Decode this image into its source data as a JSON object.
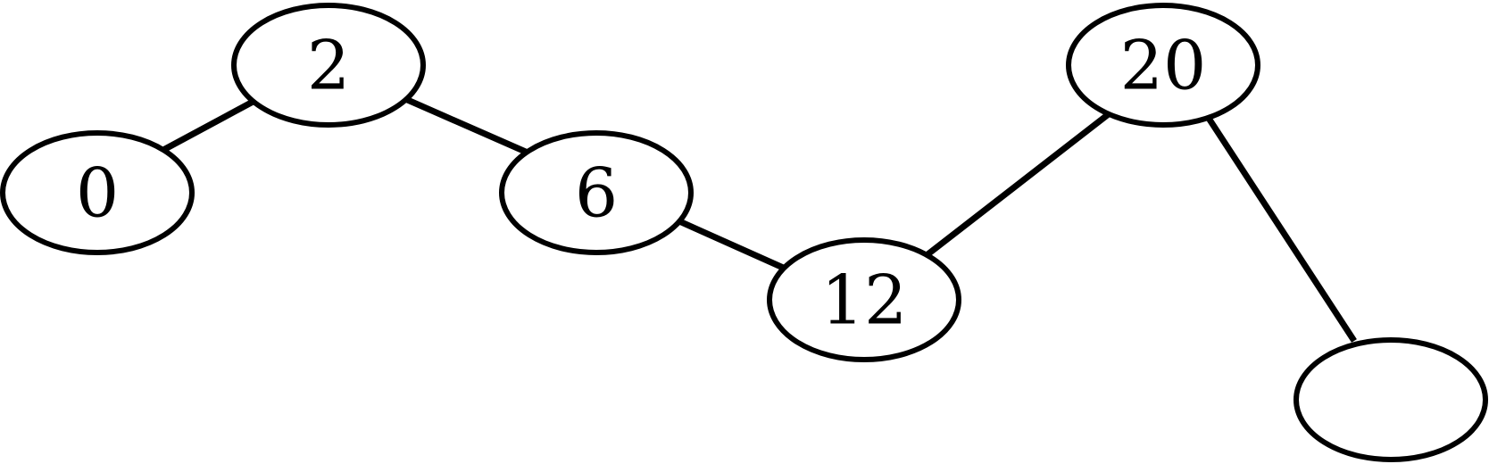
{
  "nodes": [
    {
      "id": "n0",
      "label": "0"
    },
    {
      "id": "n2",
      "label": "2"
    },
    {
      "id": "n6",
      "label": "6"
    },
    {
      "id": "n12",
      "label": "12"
    },
    {
      "id": "n20",
      "label": "20"
    },
    {
      "id": "n-empty",
      "label": ""
    }
  ],
  "edges": [
    {
      "from": "n0",
      "to": "n2"
    },
    {
      "from": "n2",
      "to": "n6"
    },
    {
      "from": "n6",
      "to": "n12"
    },
    {
      "from": "n12",
      "to": "n20"
    },
    {
      "from": "n20",
      "to": "n-empty"
    }
  ],
  "colors": {
    "stroke": "#000000",
    "fill": "#ffffff"
  }
}
